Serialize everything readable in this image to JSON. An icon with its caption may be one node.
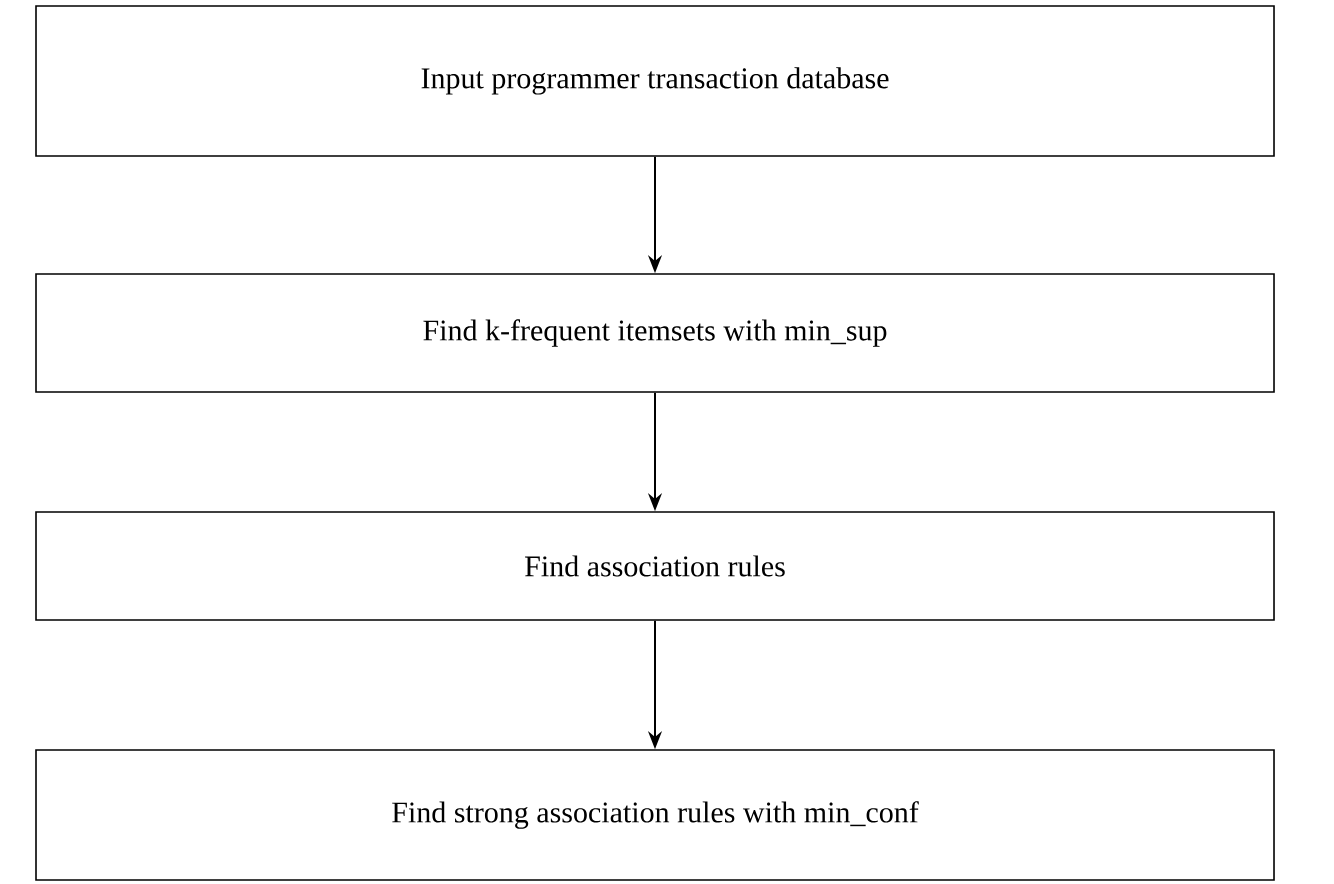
{
  "diagram": {
    "nodes": [
      {
        "text": [
          "Input programmer transaction database"
        ]
      },
      {
        "text": [
          "Find k-frequent itemsets with min_sup"
        ]
      },
      {
        "text": [
          "Find association rules"
        ]
      },
      {
        "text": [
          "Find strong association rules with  min_conf"
        ]
      }
    ],
    "edges": [
      {
        "from": 0,
        "to": 1,
        "arrow": "to"
      },
      {
        "from": 1,
        "to": 2,
        "arrow": "to"
      },
      {
        "from": 2,
        "to": 3,
        "arrow": "to"
      }
    ]
  }
}
